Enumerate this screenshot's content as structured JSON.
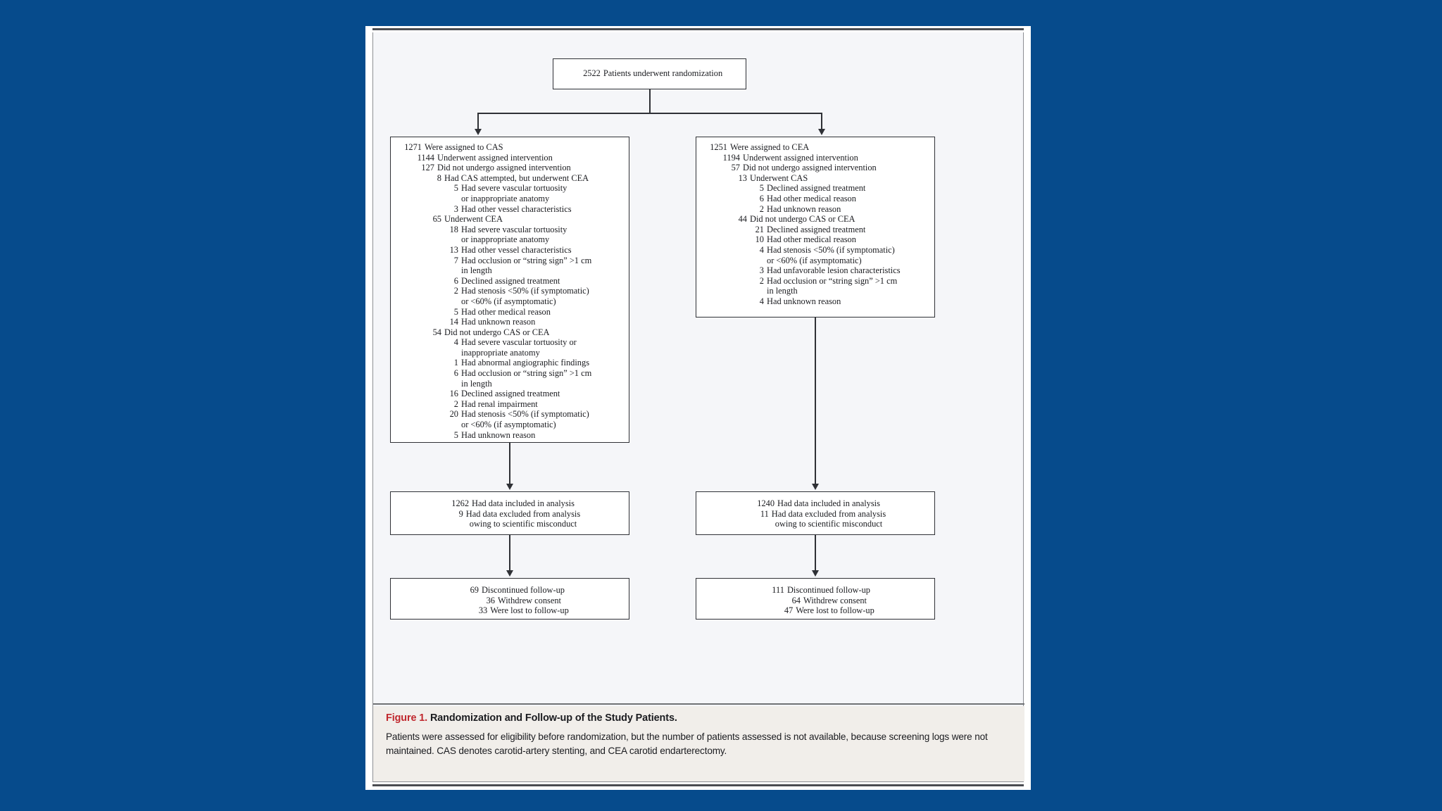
{
  "figure": {
    "top_node": {
      "lines": [
        {
          "num": "2522",
          "text": "Patients underwent randomization",
          "level": 0
        }
      ]
    },
    "left_arm": {
      "lines": [
        {
          "num": "1271",
          "text": "Were assigned to CAS",
          "level": 0
        },
        {
          "num": "1144",
          "text": "Underwent assigned intervention",
          "level": 1
        },
        {
          "num": "127",
          "text": "Did not undergo assigned intervention",
          "level": 1
        },
        {
          "num": "8",
          "text": "Had CAS attempted, but underwent CEA",
          "level": 2
        },
        {
          "num": "5",
          "text": "Had severe vascular tortuosity",
          "level": 3
        },
        {
          "num": "",
          "text": "or inappropriate anatomy",
          "level": 3,
          "cont": true
        },
        {
          "num": "3",
          "text": "Had other vessel characteristics",
          "level": 3
        },
        {
          "num": "65",
          "text": "Underwent CEA",
          "level": 2
        },
        {
          "num": "18",
          "text": "Had severe vascular tortuosity",
          "level": 3
        },
        {
          "num": "",
          "text": "or inappropriate anatomy",
          "level": 3,
          "cont": true
        },
        {
          "num": "13",
          "text": "Had other vessel characteristics",
          "level": 3
        },
        {
          "num": "7",
          "text": "Had occlusion or “string sign” >1 cm",
          "level": 3
        },
        {
          "num": "",
          "text": "in length",
          "level": 3,
          "cont": true
        },
        {
          "num": "6",
          "text": "Declined assigned treatment",
          "level": 3
        },
        {
          "num": "2",
          "text": "Had stenosis <50% (if symptomatic)",
          "level": 3
        },
        {
          "num": "",
          "text": "or <60% (if asymptomatic)",
          "level": 3,
          "cont": true
        },
        {
          "num": "5",
          "text": "Had other medical reason",
          "level": 3
        },
        {
          "num": "14",
          "text": "Had unknown reason",
          "level": 3
        },
        {
          "num": "54",
          "text": "Did not undergo CAS or CEA",
          "level": 2
        },
        {
          "num": "4",
          "text": "Had severe vascular tortuosity or",
          "level": 3
        },
        {
          "num": "",
          "text": "inappropriate anatomy",
          "level": 3,
          "cont": true
        },
        {
          "num": "1",
          "text": "Had abnormal angiographic findings",
          "level": 3
        },
        {
          "num": "6",
          "text": "Had occlusion or “string sign” >1 cm",
          "level": 3
        },
        {
          "num": "",
          "text": "in length",
          "level": 3,
          "cont": true
        },
        {
          "num": "16",
          "text": "Declined assigned treatment",
          "level": 3
        },
        {
          "num": "2",
          "text": "Had renal impairment",
          "level": 3
        },
        {
          "num": "20",
          "text": "Had stenosis <50% (if symptomatic)",
          "level": 3
        },
        {
          "num": "",
          "text": "or <60% (if asymptomatic)",
          "level": 3,
          "cont": true
        },
        {
          "num": "5",
          "text": "Had unknown reason",
          "level": 3
        }
      ]
    },
    "right_arm": {
      "lines": [
        {
          "num": "1251",
          "text": "Were assigned to CEA",
          "level": 0
        },
        {
          "num": "1194",
          "text": "Underwent assigned intervention",
          "level": 1
        },
        {
          "num": "57",
          "text": "Did not undergo assigned intervention",
          "level": 1
        },
        {
          "num": "13",
          "text": "Underwent CAS",
          "level": 2
        },
        {
          "num": "5",
          "text": "Declined assigned treatment",
          "level": 3
        },
        {
          "num": "6",
          "text": "Had other medical reason",
          "level": 3
        },
        {
          "num": "2",
          "text": "Had unknown reason",
          "level": 3
        },
        {
          "num": "44",
          "text": "Did not undergo CAS or CEA",
          "level": 2
        },
        {
          "num": "21",
          "text": "Declined assigned treatment",
          "level": 3
        },
        {
          "num": "10",
          "text": "Had other medical reason",
          "level": 3
        },
        {
          "num": "4",
          "text": "Had stenosis <50% (if symptomatic)",
          "level": 3
        },
        {
          "num": "",
          "text": "or <60% (if asymptomatic)",
          "level": 3,
          "cont": true
        },
        {
          "num": "3",
          "text": "Had unfavorable lesion characteristics",
          "level": 3
        },
        {
          "num": "2",
          "text": "Had occlusion or “string sign” >1 cm",
          "level": 3
        },
        {
          "num": "",
          "text": "in length",
          "level": 3,
          "cont": true
        },
        {
          "num": "4",
          "text": "Had unknown reason",
          "level": 3
        }
      ]
    },
    "left_analysis": {
      "lines": [
        {
          "num": "1262",
          "text": "Had data included in analysis",
          "level": 0
        },
        {
          "num": "9",
          "text": "Had data excluded from analysis",
          "level": 0
        },
        {
          "num": "",
          "text": "owing to scientific misconduct",
          "level": 0,
          "cont": true
        }
      ]
    },
    "right_analysis": {
      "lines": [
        {
          "num": "1240",
          "text": "Had data included in analysis",
          "level": 0
        },
        {
          "num": "11",
          "text": "Had data excluded from analysis",
          "level": 0
        },
        {
          "num": "",
          "text": "owing to scientific misconduct",
          "level": 0,
          "cont": true
        }
      ]
    },
    "left_followup": {
      "lines": [
        {
          "num": "69",
          "text": "Discontinued follow-up",
          "level": 0
        },
        {
          "num": "36",
          "text": "Withdrew consent",
          "level": 1
        },
        {
          "num": "33",
          "text": "Were lost to follow-up",
          "level": 1
        }
      ]
    },
    "right_followup": {
      "lines": [
        {
          "num": "111",
          "text": "Discontinued follow-up",
          "level": 0
        },
        {
          "num": "64",
          "text": "Withdrew consent",
          "level": 1
        },
        {
          "num": "47",
          "text": "Were lost to follow-up",
          "level": 1
        }
      ]
    },
    "caption": {
      "figure_label": "Figure 1.",
      "title": "Randomization and Follow-up of the Study Patients.",
      "body": "Patients were assessed for eligibility before randomization, but the number of patients assessed is not available, because screening logs were not maintained. CAS denotes carotid-artery stenting, and CEA carotid endarterectomy."
    },
    "colors": {
      "background": "#064b8c",
      "page": "#ffffff",
      "figure_field": "#f5f6f9",
      "caption_field": "#f1eeea",
      "box_border": "#2f3136",
      "figure_number": "#c0272d"
    }
  }
}
